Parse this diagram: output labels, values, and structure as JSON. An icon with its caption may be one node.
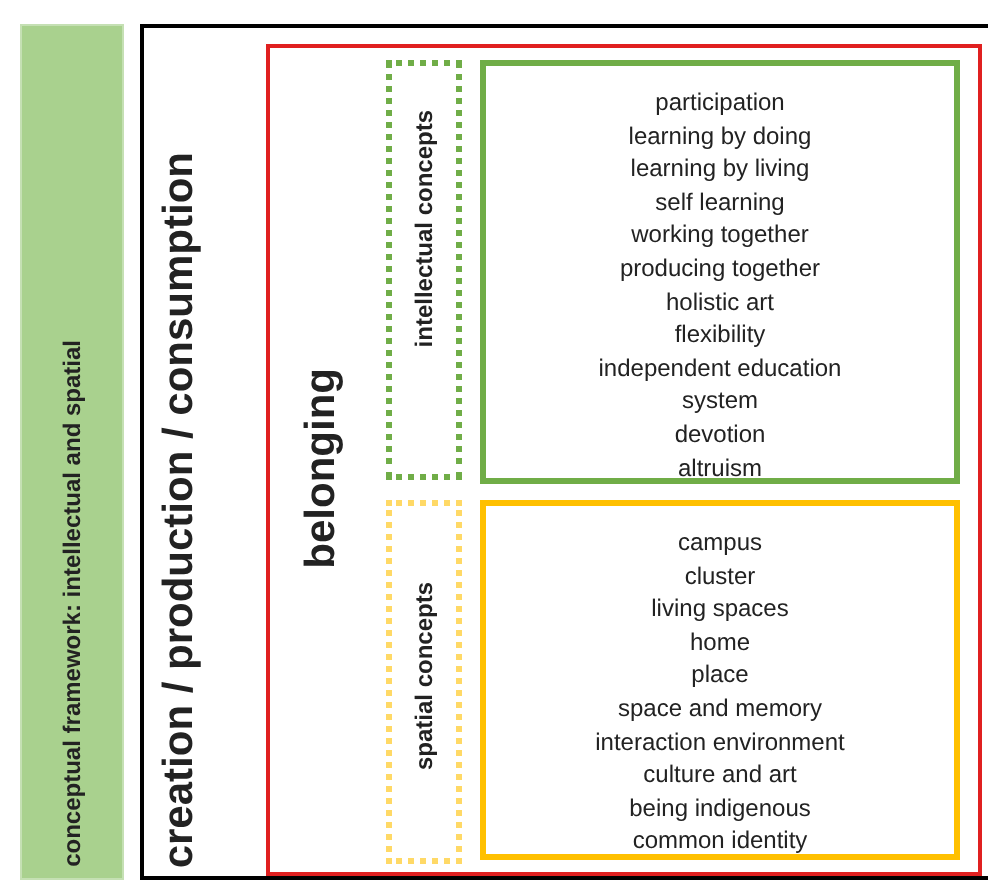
{
  "diagram": {
    "nodes": [
      {
        "text": [
          "conceptual framework: intellectual and spatial"
        ]
      },
      {
        "text": [
          "creation / production / consumption"
        ]
      },
      {
        "text": [
          "belonging"
        ],
        "in": 1
      },
      {
        "text": [
          "intellectual concepts"
        ],
        "in": 2
      },
      {
        "text": [
          "participation",
          "learning by doing",
          "learning by living",
          "self learning",
          "working together",
          "producing together",
          "holistic art",
          "flexibility",
          "independent education",
          "system",
          "devotion",
          "altruism"
        ],
        "in": 2
      },
      {
        "text": [
          "spatial concepts"
        ],
        "in": 2
      },
      {
        "text": [
          "campus",
          "cluster",
          "living spaces",
          "home",
          "place",
          "space and memory",
          "interaction environment",
          "culture and art",
          "being indigenous",
          "common identity"
        ],
        "in": 2
      }
    ]
  }
}
